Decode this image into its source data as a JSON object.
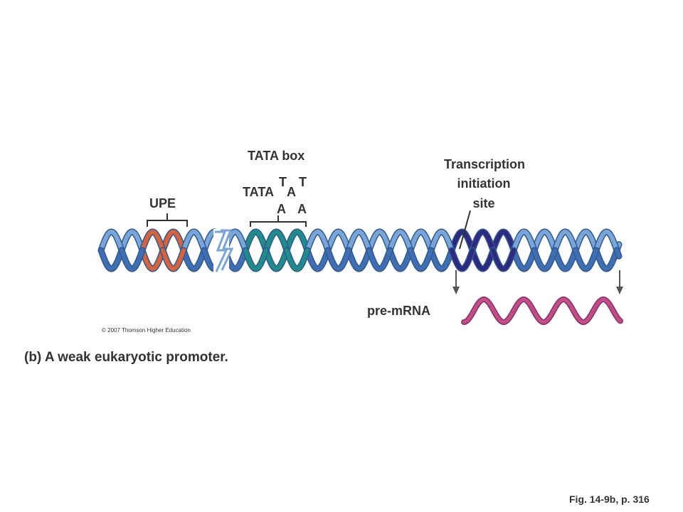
{
  "labels": {
    "upe": "UPE",
    "tata_box": "TATA box",
    "tata_seq_main": "TATA",
    "tata_seq_mid": "A",
    "tata_seq_top_1": "T",
    "tata_seq_top_2": "T",
    "tata_seq_bot_1": "A",
    "tata_seq_bot_2": "A",
    "transcription_line1": "Transcription",
    "transcription_line2": "initiation",
    "transcription_line3": "site",
    "pre_mrna": "pre-mRNA"
  },
  "copyright": "© 2007 Thomson Higher Education",
  "caption": "(b) A weak eukaryotic promoter.",
  "figure_ref": "Fig. 14-9b, p. 316",
  "colors": {
    "dna_light": "#79A6D6",
    "dna_dark": "#3F6FB2",
    "dna_outline": "#2E5A95",
    "upe": "#D8633A",
    "tata": "#1F8C88",
    "transcribed": "#2F2A80",
    "mrna": "#C24B8A",
    "text": "#333333"
  }
}
